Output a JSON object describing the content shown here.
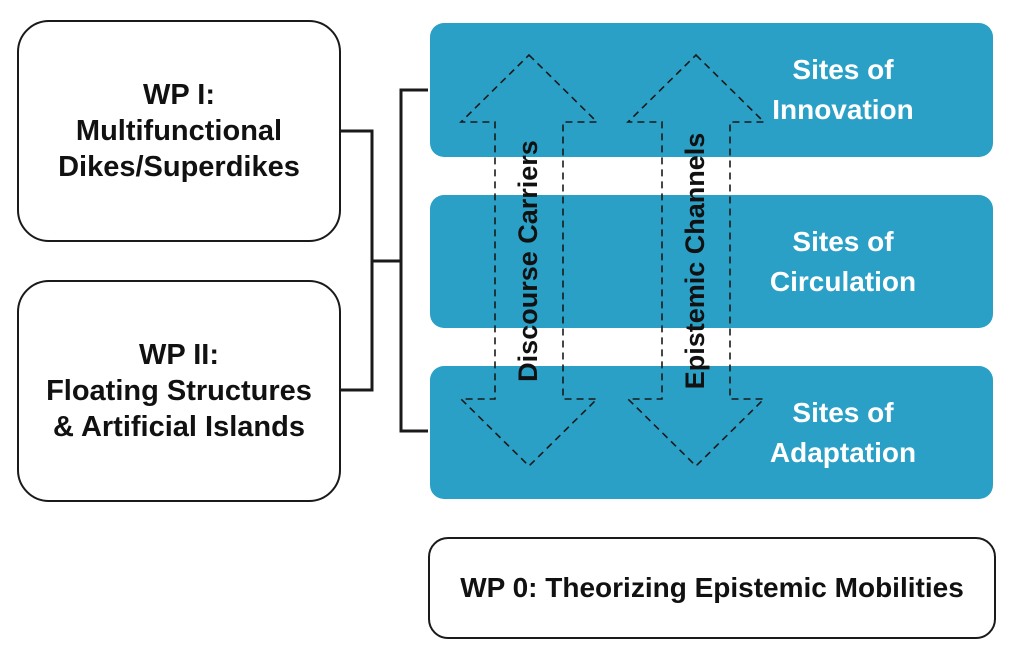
{
  "work_packages": {
    "wp1": {
      "line1": "WP I:",
      "line2": "Multifunctional",
      "line3": "Dikes/Superdikes"
    },
    "wp2": {
      "line1": "WP II:",
      "line2": "Floating Structures",
      "line3": "& Artificial Islands"
    },
    "wp0": {
      "label": "WP 0: Theorizing Epistemic Mobilities"
    }
  },
  "sites": [
    {
      "line1": "Sites of",
      "line2": "Innovation"
    },
    {
      "line1": "Sites of",
      "line2": "Circulation"
    },
    {
      "line1": "Sites of",
      "line2": "Adaptation"
    }
  ],
  "arrows": {
    "left": "Discourse Carriers",
    "right": "Epistemic Channels"
  },
  "colors": {
    "site_fill": "#2aa0c7",
    "site_text": "#ffffff",
    "outline": "#1a1a1a"
  }
}
